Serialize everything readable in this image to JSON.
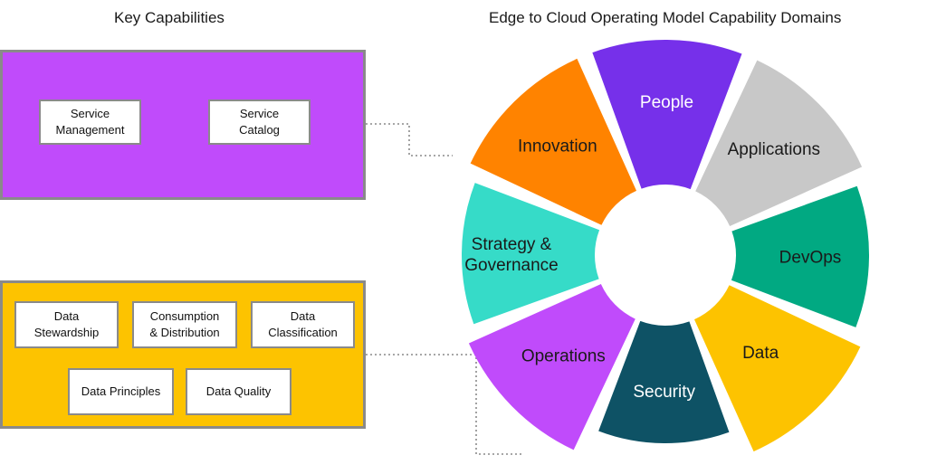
{
  "headings": {
    "key_capabilities": "Key Capabilities",
    "domains": "Edge to Cloud Operating Model Capability Domains"
  },
  "operations_capabilities": [
    "Service\nManagement",
    "Service\nCatalog"
  ],
  "data_capabilities": [
    "Data\nStewardship",
    "Consumption\n& Distribution",
    "Data\nClassification",
    "Data Principles",
    "Data Quality"
  ],
  "domains": [
    {
      "name": "Strategy & Governance",
      "lines": [
        "Strategy &",
        "Governance"
      ],
      "color": "#36dbc8",
      "text_color": "#1a1a1a"
    },
    {
      "name": "Innovation",
      "lines": [
        "Innovation"
      ],
      "color": "#ff8300",
      "text_color": "#1a1a1a"
    },
    {
      "name": "People",
      "lines": [
        "People"
      ],
      "color": "#7630ea",
      "text_color": "#ffffff"
    },
    {
      "name": "Applications",
      "lines": [
        "Applications"
      ],
      "color": "#c8c8c8",
      "text_color": "#1a1a1a"
    },
    {
      "name": "DevOps",
      "lines": [
        "DevOps"
      ],
      "color": "#01a982",
      "text_color": "#1a1a1a"
    },
    {
      "name": "Data",
      "lines": [
        "Data"
      ],
      "color": "#fdc300",
      "text_color": "#1a1a1a"
    },
    {
      "name": "Security",
      "lines": [
        "Security"
      ],
      "color": "#0e5265",
      "text_color": "#ffffff"
    },
    {
      "name": "Operations",
      "lines": [
        "Operations"
      ],
      "color": "#c04bfb",
      "text_color": "#1a1a1a"
    }
  ],
  "connector_color": "#8a8a8a"
}
